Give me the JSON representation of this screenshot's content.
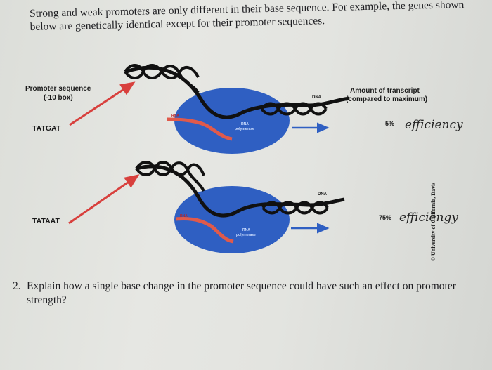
{
  "intro_text": "Strong and weak promoters are only different in their base sequence. For example, the genes shown below are genetically identical except for their promoter sequences.",
  "figure": {
    "promoter_header": "Promoter sequence",
    "promoter_header_sub": "(-10 box)",
    "transcript_header": "Amount of transcript",
    "transcript_header_sub": "(compared to maximum)",
    "dna_label": "DNA",
    "rna_label": "RNA",
    "polymerase_label_line1": "RNA",
    "polymerase_label_line2": "polymerase",
    "top": {
      "sequence": "TATGAT",
      "amount": "5%",
      "handwritten": "efficiency"
    },
    "bottom": {
      "sequence": "TATAAT",
      "amount": "75%",
      "handwritten": "efficiengy"
    },
    "credit": "© University of California, Davis"
  },
  "question": {
    "number": "2.",
    "text": "Explain how a single base change in the promoter sequence could have such an effect on promoter strength?"
  },
  "colors": {
    "polymerase": "#2f5fc2",
    "arrow_red": "#d8403d",
    "rna": "#e05a4b",
    "dna": "#111111"
  }
}
